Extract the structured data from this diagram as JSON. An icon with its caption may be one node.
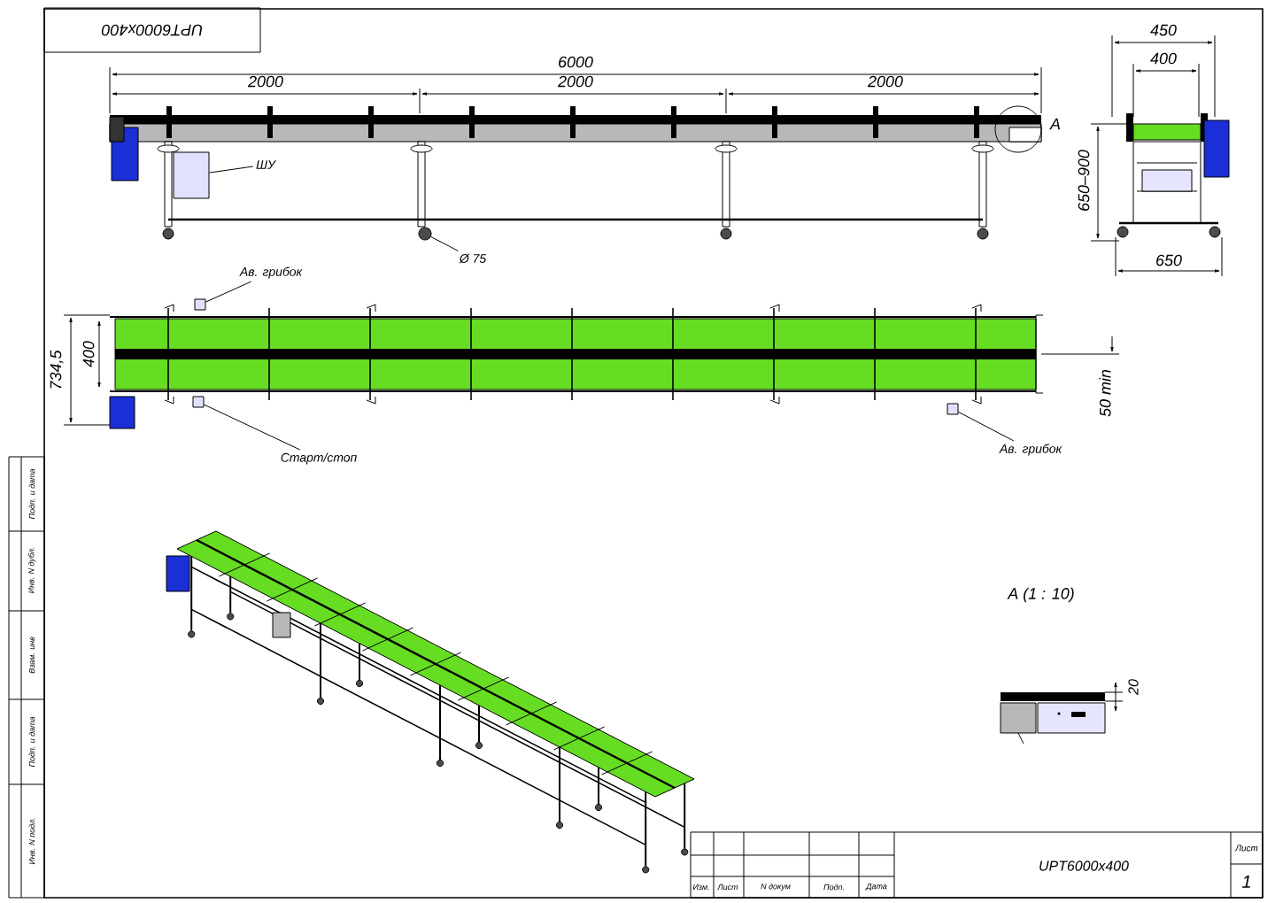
{
  "diagram": {
    "nodes": [
      {
        "text": [
          "ШУ"
        ]
      },
      {
        "text": [],
        "shape": "box"
      },
      {
        "text": [
          "Ø 75"
        ]
      },
      {
        "text": [],
        "shape": "circle"
      },
      {
        "text": [
          "Ав. грибок"
        ]
      },
      {
        "text": [],
        "shape": "box"
      },
      {
        "text": [
          "Старт/стоп"
        ]
      },
      {
        "text": [],
        "shape": "box"
      },
      {
        "text": [
          "Ав. грибок"
        ]
      },
      {
        "text": [],
        "shape": "box"
      }
    ],
    "edges": [
      {
        "from": 0,
        "to": 1,
        "arrow": "none"
      },
      {
        "from": 2,
        "to": 3,
        "arrow": "none"
      },
      {
        "from": 4,
        "to": 5,
        "arrow": "none"
      },
      {
        "from": 6,
        "to": 7,
        "arrow": "none"
      },
      {
        "from": 8,
        "to": 9,
        "arrow": "none"
      }
    ],
    "labels": [
      "UPT6000x400",
      "6000",
      "2000",
      "2000",
      "2000",
      "A",
      "450",
      "400",
      "650–900",
      "650",
      "734,5",
      "400",
      "50 min",
      "A (1 : 10)",
      "20",
      "UPT6000x400",
      "Лист",
      "1",
      "Изм.",
      "Лист",
      "N докум",
      "Подп.",
      "Дата",
      "Инв. N подл.",
      "Подп. и дата",
      "Взам. инв",
      "Инв. N дубл.",
      "Подп. и дата"
    ]
  }
}
